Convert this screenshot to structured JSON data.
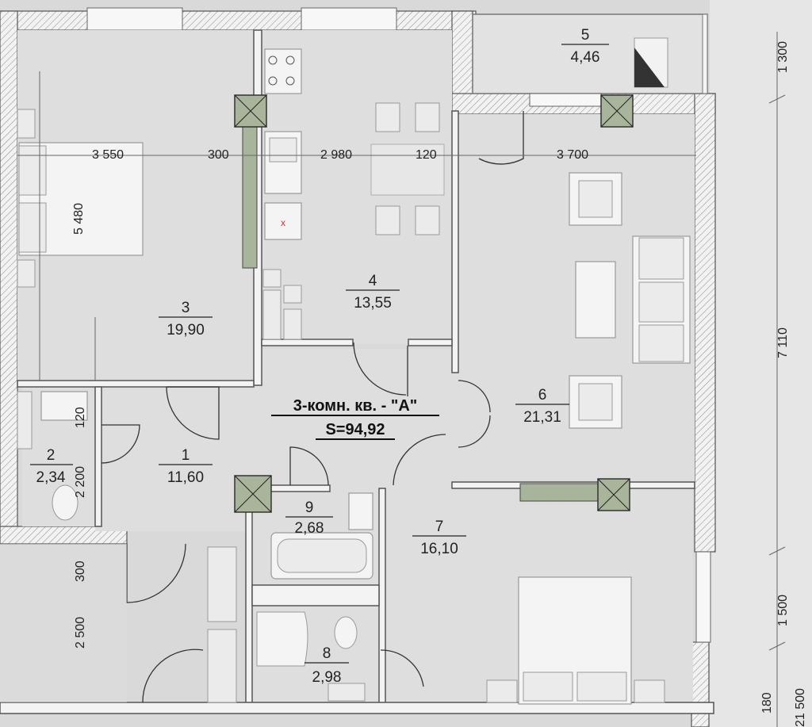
{
  "plan": {
    "title": "3-комн. кв. - \"А\"",
    "area": "S=94,92"
  },
  "rooms": [
    {
      "id": "1",
      "number": "1",
      "area": "11,60"
    },
    {
      "id": "2",
      "number": "2",
      "area": "2,34"
    },
    {
      "id": "3",
      "number": "3",
      "area": "19,90"
    },
    {
      "id": "4",
      "number": "4",
      "area": "13,55"
    },
    {
      "id": "5",
      "number": "5",
      "area": "4,46"
    },
    {
      "id": "6",
      "number": "6",
      "area": "21,31"
    },
    {
      "id": "7",
      "number": "7",
      "area": "16,10"
    },
    {
      "id": "8",
      "number": "8",
      "area": "2,98"
    },
    {
      "id": "9",
      "number": "9",
      "area": "2,68"
    }
  ],
  "dimensions": {
    "bedroom_width": "3 550",
    "wall_300_top": "300",
    "kitchen_width": "2 980",
    "wall_120_top": "120",
    "living_width": "3 700",
    "bedroom_length": "5 480",
    "right_1300": "1 300",
    "right_7110": "7 110",
    "right_1500": "1 500",
    "right_180": "180",
    "right_21500": "21 500",
    "bath2_120": "120",
    "bath2_2200": "2 200",
    "left_300": "300",
    "left_2500": "2 500"
  }
}
